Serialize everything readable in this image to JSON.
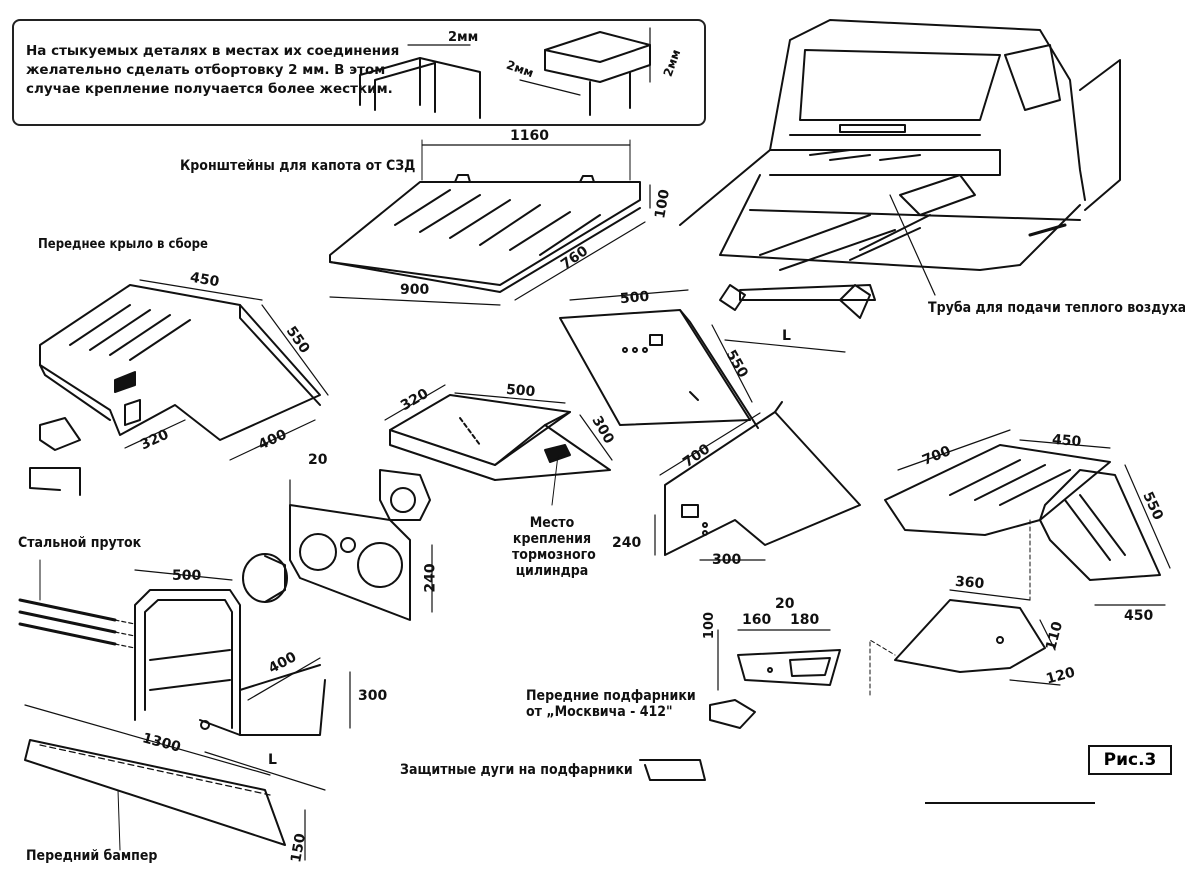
{
  "note": {
    "lines": [
      "На стыкуемых деталях в местах их соединения",
      "желательно сделать отбортовку 2 мм. В этом",
      "случае крепление получается более жестким."
    ],
    "dims": [
      "2мм",
      "2мм",
      "2мм"
    ]
  },
  "labels": {
    "hood_brackets": "Кронштейны для капота от СЗД",
    "front_fender": "Переднее крыло в сборе",
    "warm_air_pipe": "Труба для подачи теплого воздуха",
    "steel_rod": "Стальной пруток",
    "brake_mount_1": "Место",
    "brake_mount_2": "крепления",
    "brake_mount_3": "тормозного",
    "brake_mount_4": "цилиндра",
    "front_lights_1": "Передние подфарники",
    "front_lights_2": "от „Москвича - 412\"",
    "guard_arcs": "Защитные дуги на подфарники",
    "front_bumper": "Передний бампер",
    "figure": "Рис.3"
  },
  "dimensions": {
    "hood_width": "1160",
    "hood_height": "100",
    "hood_depth": "760",
    "hood_front": "900",
    "fender_top": "450",
    "fender_side": "550",
    "fender_cut": "320",
    "fender_bottom": "400",
    "frame_L": "L",
    "panel_top_500": "500",
    "panel_side_550": "550",
    "tray_320": "320",
    "tray_500": "500",
    "tray_300": "300",
    "grille_20": "20",
    "grille_240": "240",
    "side_700": "700",
    "side_240": "240",
    "side_300": "300",
    "rfender_700": "700",
    "rfender_450": "450",
    "rfender_550": "550",
    "rfender_450b": "450",
    "bracket_500": "500",
    "bracket_400": "400",
    "bracket_300": "300",
    "bracket_L": "L",
    "bumper_1300": "1300",
    "bumper_150": "150",
    "lamp_100": "100",
    "lamp_160": "160",
    "lamp_20": "20",
    "lamp_180": "180",
    "step_360": "360",
    "step_110": "110",
    "step_120": "120"
  }
}
